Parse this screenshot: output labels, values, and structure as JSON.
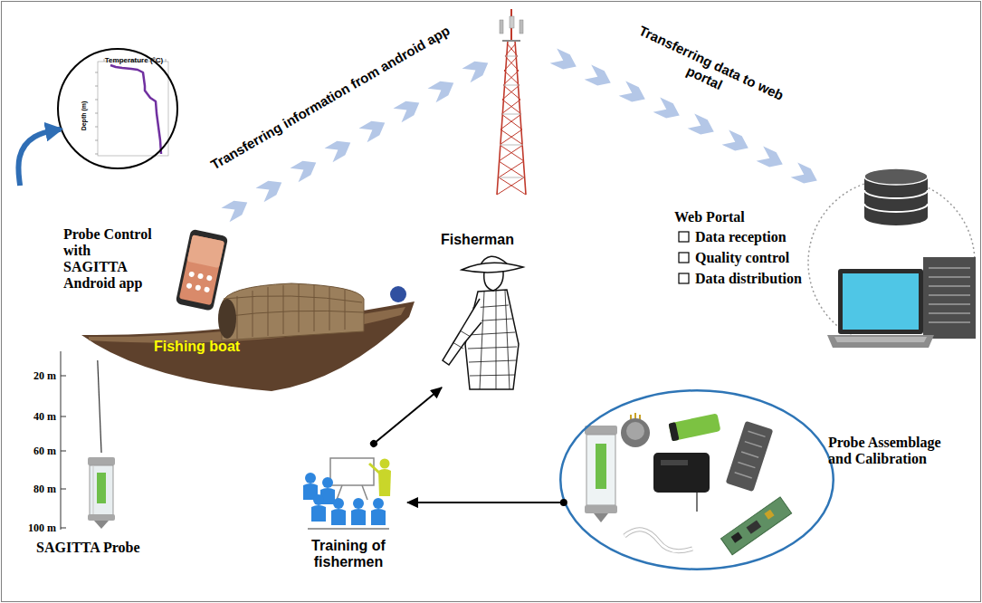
{
  "diagram": {
    "nodes": [
      {
        "text": [
          "Temperature (°C)",
          "Depth (m)"
        ]
      },
      {
        "text": [
          "Probe Control with SAGITTA Android app"
        ]
      },
      {
        "text": [
          "Fishing boat"
        ]
      },
      {
        "text": [
          "Fisherman"
        ]
      },
      {
        "text": [
          "Web Portal",
          "Data reception",
          "Quality control",
          "Data distribution"
        ]
      },
      {
        "text": [
          "SAGITTA Probe"
        ]
      },
      {
        "text": [
          "Training of fishermen"
        ]
      },
      {
        "text": [
          "Probe Assemblage and Calibration"
        ]
      }
    ],
    "edges": [
      {
        "from": 1,
        "to": 0,
        "arrow": "to"
      },
      {
        "from": 2,
        "to": 5,
        "arrow": "none"
      },
      {
        "from": 7,
        "to": 6,
        "arrow": "to"
      },
      {
        "from": 6,
        "to": 3,
        "arrow": "to"
      }
    ],
    "labels": [
      "Transferring information from android app",
      "Transferring data to web portal",
      "20 m",
      "40 m",
      "60 m",
      "80 m",
      "100 m"
    ]
  }
}
